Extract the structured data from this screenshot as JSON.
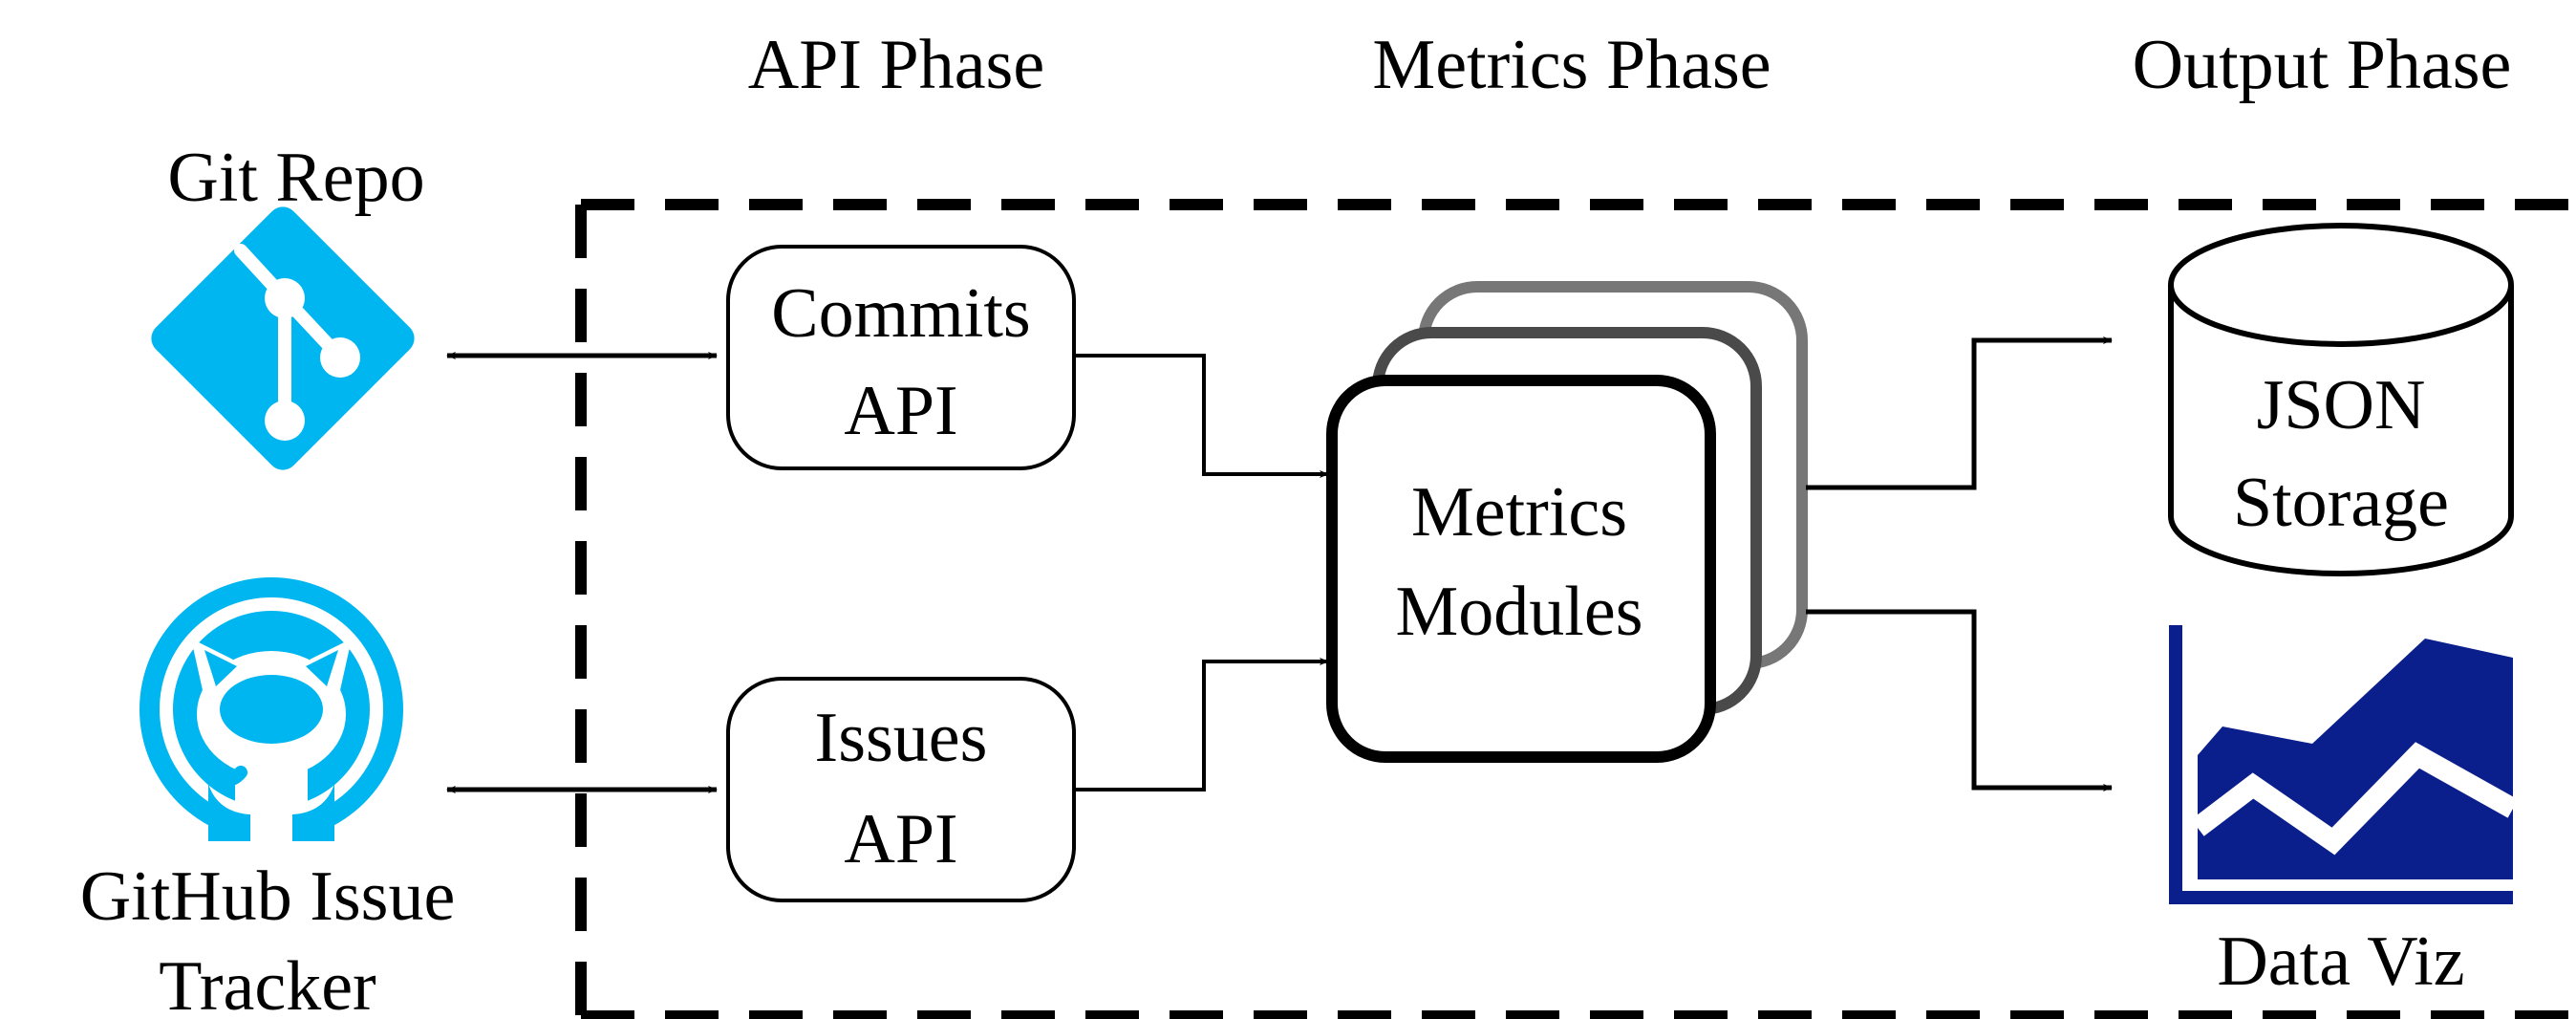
{
  "phases": {
    "api": "API Phase",
    "metrics": "Metrics Phase",
    "output": "Output Phase"
  },
  "sources": {
    "git_repo": {
      "label": "Git Repo",
      "icon": "git-logo-icon",
      "color": "#00b6f0"
    },
    "github_issue_tracker": {
      "line1": "GitHub Issue",
      "line2": "Tracker",
      "icon": "github-octocat-icon",
      "color": "#00b6f0"
    }
  },
  "apis": {
    "commits": {
      "line1": "Commits",
      "line2": "API"
    },
    "issues": {
      "line1": "Issues",
      "line2": "API"
    }
  },
  "metrics_modules": {
    "line1": "Metrics",
    "line2": "Modules"
  },
  "outputs": {
    "json_storage": {
      "line1": "JSON",
      "line2": "Storage",
      "icon": "database-cylinder-icon"
    },
    "data_viz": {
      "label": "Data Viz",
      "icon": "area-chart-icon",
      "color": "#0b1f8c"
    }
  }
}
